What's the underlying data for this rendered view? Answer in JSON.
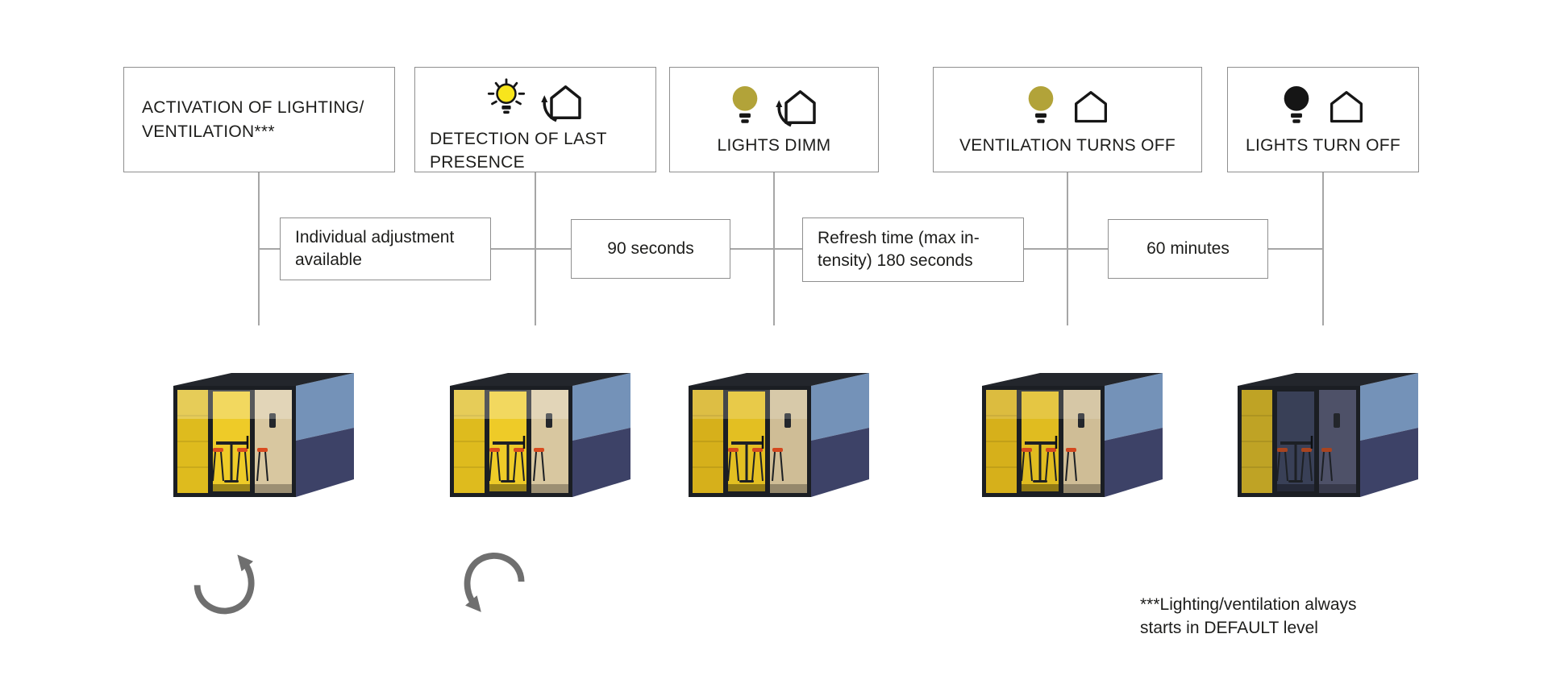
{
  "colors": {
    "line": "#a6a6a6",
    "box-border": "#8f8f8f",
    "text": "#1d1d1b",
    "icon-stroke": "#161616",
    "bulb-on": "#f8e51c",
    "bulb-dim": "#b2a339",
    "bulb-off": "#151515",
    "side-top": "#7492b8",
    "side-bottom": "#3d4267",
    "frame": "#1b1e23",
    "arrow": "#6f6f6f"
  },
  "stages": [
    {
      "label": "ACTIVATION OF LIGHTING/\nVENTILATION***",
      "icons": []
    },
    {
      "label": "DETECTION OF LAST\nPRESENCE",
      "icons": [
        "bulb-glowing",
        "house-ventilation"
      ]
    },
    {
      "label": "LIGHTS DIMM",
      "icons": [
        "bulb-dim",
        "house-ventilation"
      ]
    },
    {
      "label": "VENTILATION TURNS OFF",
      "icons": [
        "bulb-dim",
        "house-plain"
      ]
    },
    {
      "label": "LIGHTS TURN OFF",
      "icons": [
        "bulb-off",
        "house-plain"
      ]
    }
  ],
  "intervals": [
    {
      "label": "Individual adjustment\navailable"
    },
    {
      "label": "90 seconds"
    },
    {
      "label": "Refresh time (max in-\ntensity) 180 seconds"
    },
    {
      "label": "60 minutes"
    }
  ],
  "footnote": "***Lighting/ventilation always\nstarts in DEFAULT level",
  "pods": [
    {
      "state": "default-level-lights-on",
      "colors": {
        "left-panel": "#debb1e",
        "interior": "#eecb28",
        "right-panel": "#d8c7a0",
        "stool": "#d94b1f",
        "glow": "0.26"
      }
    },
    {
      "state": "last-presence-lights-on",
      "colors": {
        "left-panel": "#debb1e",
        "interior": "#eecb28",
        "right-panel": "#d8c7a0",
        "stool": "#d94b1f",
        "glow": "0.26"
      }
    },
    {
      "state": "lights-dimmed",
      "colors": {
        "left-panel": "#d6b01b",
        "interior": "#e3bf22",
        "right-panel": "#cfbd96",
        "stool": "#d4481e",
        "glow": "0.18"
      }
    },
    {
      "state": "ventilation-off",
      "colors": {
        "left-panel": "#d6b01b",
        "interior": "#e0bc20",
        "right-panel": "#cfbd96",
        "stool": "#d4481e",
        "glow": "0.16"
      }
    },
    {
      "state": "lights-off",
      "colors": {
        "left-panel": "#bfa325",
        "interior": "#394057",
        "right-panel": "#4e5168",
        "stool": "#a84420",
        "glow": "0"
      }
    }
  ]
}
